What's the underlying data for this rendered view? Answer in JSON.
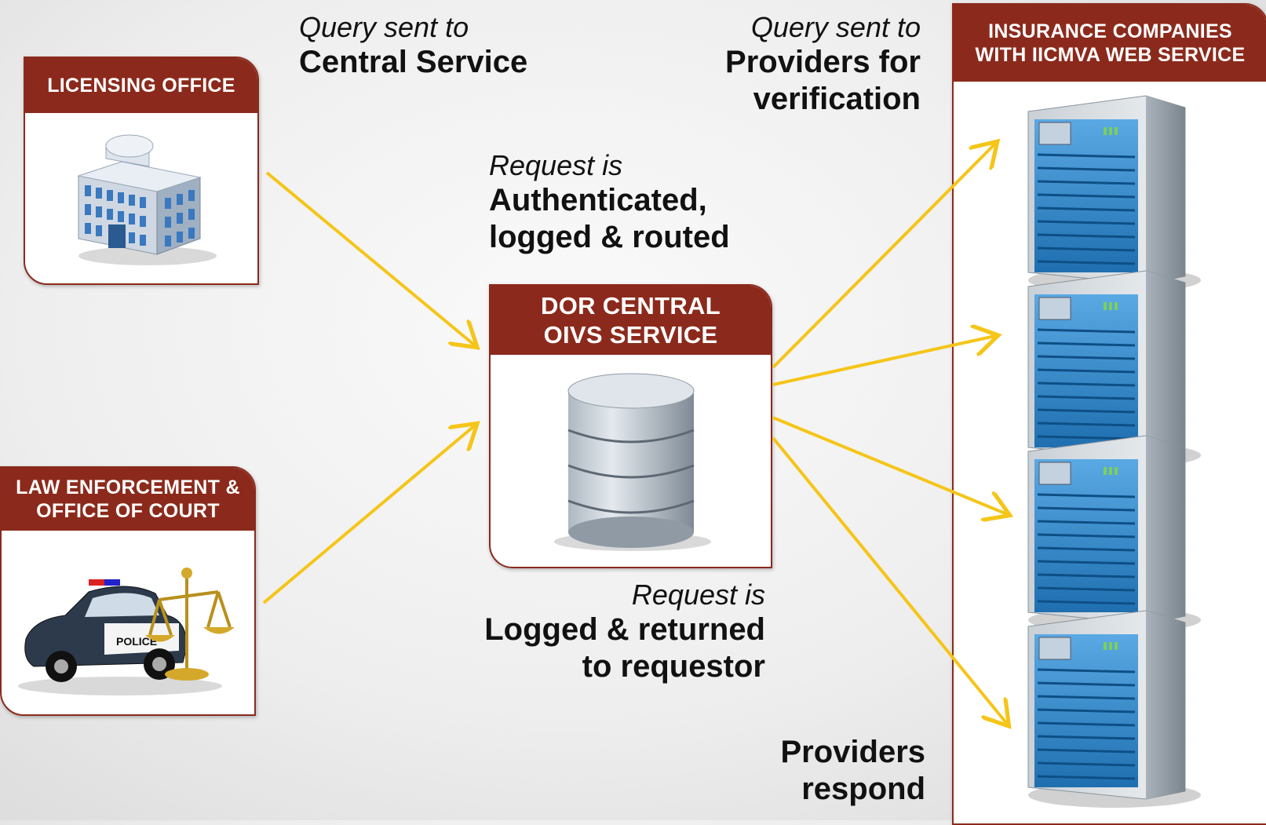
{
  "boxes": {
    "licensing": "LICENSING OFFICE",
    "law_line1": "LAW ENFORCEMENT &",
    "law_line2": "OFFICE OF COURT",
    "central_line1": "DOR CENTRAL",
    "central_line2": "OIVS SERVICE",
    "insurance_line1": "INSURANCE COMPANIES",
    "insurance_line2": "WITH IICMVA WEB SERVICE"
  },
  "captions": {
    "q1_italic": "Query sent to",
    "q1_bold": "Central Service",
    "q2_italic": "Query sent to",
    "q2_bold1": "Providers for",
    "q2_bold2": "verification",
    "r1_italic": "Request is",
    "r1_bold1": "Authenticated,",
    "r1_bold2": "logged & routed",
    "r2_italic": "Request is",
    "r2_bold1": "Logged & returned",
    "r2_bold2": "to requestor",
    "resp_bold1": "Providers",
    "resp_bold2": "respond"
  },
  "icons": {
    "licensing": "office-building-icon",
    "law": "police-car-and-scales-icon",
    "central": "database-icon",
    "server": "server-tower-icon"
  },
  "colors": {
    "header": "#8b2a1c",
    "arrow": "#f5c518",
    "server_blue": "#2f86c8"
  }
}
